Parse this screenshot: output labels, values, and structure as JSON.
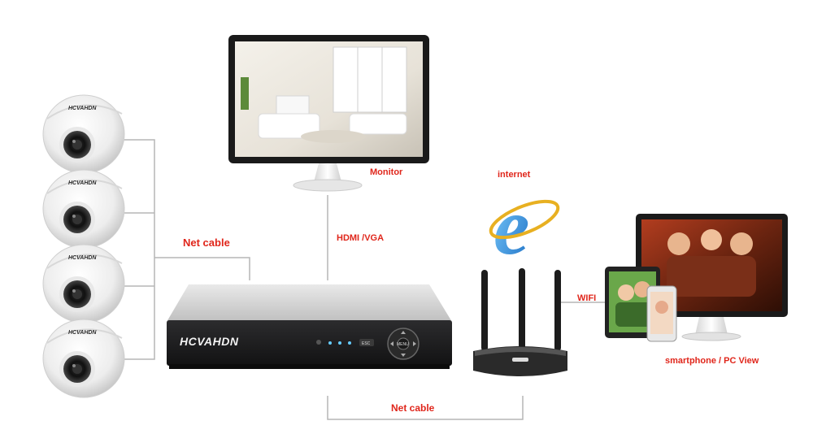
{
  "labels": {
    "monitor": "Monitor",
    "internet": "internet",
    "net_cable_left": "Net cable",
    "hdmi_vga": "HDMI /VGA",
    "wifi": "WIFI",
    "net_cable_bottom": "Net cable",
    "smartphone_pc": "smartphone / PC View"
  },
  "brand": {
    "camera_logo": "HCVAHDN",
    "nvr_logo": "HCVAHDN",
    "nvr_menu_button": "MENU",
    "nvr_esc_button": "ESC"
  },
  "icons": {
    "internet": "internet-explorer-icon",
    "camera": "dome-camera-icon",
    "router": "wifi-router-icon",
    "nvr": "nvr-recorder-icon",
    "monitor": "monitor-icon"
  },
  "colors": {
    "label": "#e0261b",
    "line": "#b5b5b5",
    "nvr_body": "#1f1f21",
    "ie_blue": "#2a8fd8"
  },
  "camera_count": 4
}
